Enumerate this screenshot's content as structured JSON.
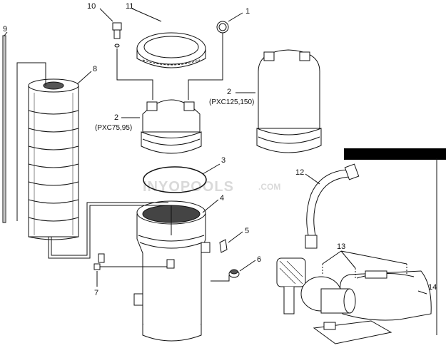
{
  "callouts": [
    {
      "id": "1",
      "text": "1"
    },
    {
      "id": "2a",
      "text": "2"
    },
    {
      "id": "2b",
      "text": "2"
    },
    {
      "id": "3",
      "text": "3"
    },
    {
      "id": "4",
      "text": "4"
    },
    {
      "id": "5",
      "text": "5"
    },
    {
      "id": "6",
      "text": "6"
    },
    {
      "id": "7",
      "text": "7"
    },
    {
      "id": "8",
      "text": "8"
    },
    {
      "id": "9",
      "text": "9"
    },
    {
      "id": "10",
      "text": "10"
    },
    {
      "id": "11",
      "text": "11"
    },
    {
      "id": "12",
      "text": "12"
    },
    {
      "id": "13",
      "text": "13"
    },
    {
      "id": "14",
      "text": "14"
    }
  ],
  "model_notes": {
    "small_head": "(PXC75,95)",
    "large_head": "(PXC125,150)"
  },
  "watermark": {
    "brand": "INYOPOOLS",
    "domain": ".COM"
  },
  "colors": {
    "line": "#111111",
    "watermark": "#d9d9d9",
    "banner": "#000000"
  }
}
